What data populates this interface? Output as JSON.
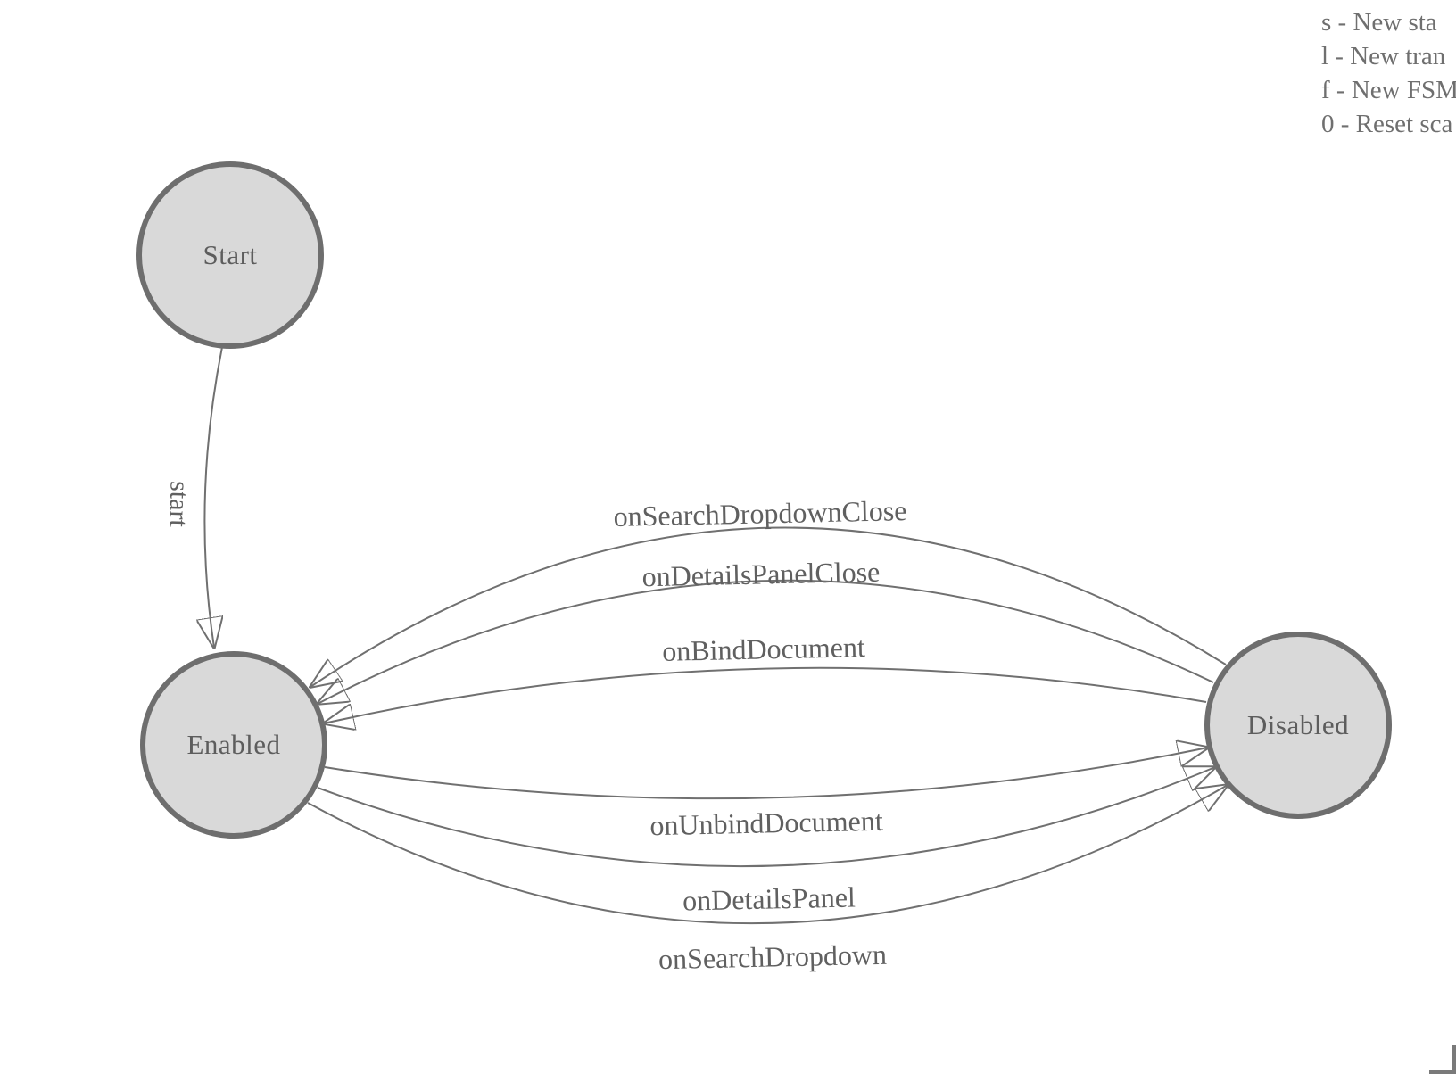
{
  "diagram": {
    "nodes": [
      {
        "id": "start",
        "label": "Start"
      },
      {
        "id": "enabled",
        "label": "Enabled"
      },
      {
        "id": "disabled",
        "label": "Disabled"
      }
    ],
    "edges": [
      {
        "label": "start",
        "from": "Start",
        "to": "Enabled"
      },
      {
        "label": "onSearchDropdownClose",
        "from": "Disabled",
        "to": "Enabled"
      },
      {
        "label": "onDetailsPanelClose",
        "from": "Disabled",
        "to": "Enabled"
      },
      {
        "label": "onBindDocument",
        "from": "Disabled",
        "to": "Enabled"
      },
      {
        "label": "onUnbindDocument",
        "from": "Enabled",
        "to": "Disabled"
      },
      {
        "label": "onDetailsPanel",
        "from": "Enabled",
        "to": "Disabled"
      },
      {
        "label": "onSearchDropdown",
        "from": "Enabled",
        "to": "Disabled"
      }
    ]
  },
  "legend": {
    "lines": [
      "s - New sta",
      "l - New tran",
      "f - New FSM",
      "0 - Reset sca"
    ]
  },
  "colors": {
    "node_fill": "#d9d9d9",
    "node_border": "#6e6e6e",
    "edge": "#707070",
    "arrow": "#6e6e6e",
    "node_text": "#5d5d5d",
    "edge_text": "#606060",
    "legend_text": "#6f6f6f"
  }
}
